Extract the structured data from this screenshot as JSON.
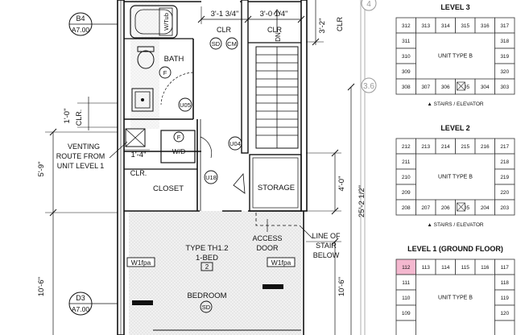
{
  "plan": {
    "tags": {
      "b4_ref": "B4",
      "b4_sheet": "A7.00",
      "d3_ref": "D3",
      "d3_sheet": "A7.00",
      "grid_a": "4",
      "grid_b": "3.6"
    },
    "dims": {
      "d1": "3'-1 3/4\"",
      "d2": "3'-0 1/4\"",
      "d3": "3'-2\"",
      "d4": "1'-0\"",
      "d5": "1'-4\"",
      "d6": "5'-9\"",
      "d7": "4'-0\"",
      "d8": "25'-2 1/2\"",
      "d9": "10'-6\"",
      "d10": "10'-6\""
    },
    "labels": {
      "clr": "CLR",
      "clr_dot": "CLR.",
      "sd": "SD",
      "cm": "CM",
      "dn": "DN",
      "bath": "BATH",
      "f": "F",
      "wd": "W/D",
      "w_tub": "W/Tub",
      "u05": "U05",
      "u04": "U04",
      "u18": "U18",
      "venting": [
        "VENTING",
        "ROUTE FROM",
        "UNIT LEVEL 1"
      ],
      "closet": "CLOSET",
      "storage": "STORAGE",
      "access": [
        "ACCESS",
        "DOOR"
      ],
      "line_of_stair": [
        "LINE OF",
        "STAIR",
        "BELOW"
      ],
      "type": "TYPE TH1.2",
      "bed": "1-BED",
      "unit_num": "2",
      "bedroom": "BEDROOM",
      "w1fpa": "W1fpa"
    }
  },
  "keyplans": [
    {
      "title": "LEVEL 3",
      "top": [
        "312",
        "313",
        "314",
        "315",
        "316",
        "317"
      ],
      "left": [
        "311",
        "310",
        "309"
      ],
      "right": [
        "318",
        "319",
        "320"
      ],
      "bottom": [
        "308",
        "307",
        "306",
        "305",
        "304",
        "303"
      ],
      "center": "UNIT TYPE B",
      "legend": "▲ STAIRS / ELEVATOR"
    },
    {
      "title": "LEVEL 2",
      "top": [
        "212",
        "213",
        "214",
        "215",
        "216",
        "217"
      ],
      "left": [
        "211",
        "210",
        "209"
      ],
      "right": [
        "218",
        "219",
        "220"
      ],
      "bottom": [
        "208",
        "207",
        "206",
        "205",
        "204",
        "203"
      ],
      "center": "UNIT TYPE B",
      "legend": "▲ STAIRS / ELEVATOR"
    },
    {
      "title": "LEVEL 1 (GROUND FLOOR)",
      "top": [
        "112",
        "113",
        "114",
        "115",
        "116",
        "117"
      ],
      "left": [
        "111",
        "110",
        "109"
      ],
      "right": [
        "118",
        "119",
        "120"
      ],
      "bottom": [],
      "center": "UNIT TYPE B",
      "legend": "",
      "highlight": "112",
      "highlight_color": "#f4b8cf"
    }
  ]
}
